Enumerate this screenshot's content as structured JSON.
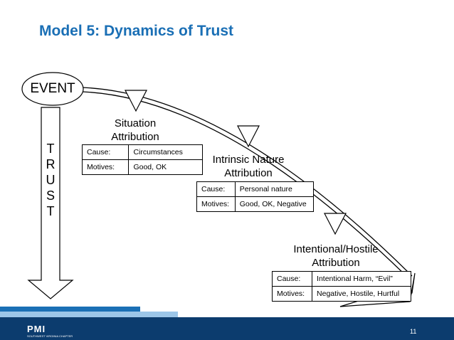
{
  "title": "Model 5: Dynamics of Trust",
  "event_label": "EVENT",
  "trust_letters": [
    "T",
    "R",
    "U",
    "S",
    "T"
  ],
  "stages": [
    {
      "label_line1": "Situation",
      "label_line2": "Attribution",
      "rows": [
        {
          "key": "Cause:",
          "value": "Circumstances"
        },
        {
          "key": "Motives:",
          "value": "Good, OK"
        }
      ]
    },
    {
      "label_line1": "Intrinsic Nature",
      "label_line2": "Attribution",
      "rows": [
        {
          "key": "Cause:",
          "value": "Personal nature"
        },
        {
          "key": "Motives:",
          "value": "Good, OK, Negative"
        }
      ]
    },
    {
      "label_line1": "Intentional/Hostile",
      "label_line2": "Attribution",
      "rows": [
        {
          "key": "Cause:",
          "value": "Intentional Harm, “Evil”"
        },
        {
          "key": "Motives:",
          "value": "Negative, Hostile, Hurtful"
        }
      ]
    }
  ],
  "footer": {
    "logo_text": "PMI",
    "logo_subtext": "SOUTHWEST VIRGINIA CHAPTER",
    "page_number": "11"
  },
  "colors": {
    "title": "#1a6fb5",
    "footer_band": "#0c3c6e",
    "stripe_dark": "#1a6fb5",
    "stripe_light": "#9cc6e8"
  }
}
